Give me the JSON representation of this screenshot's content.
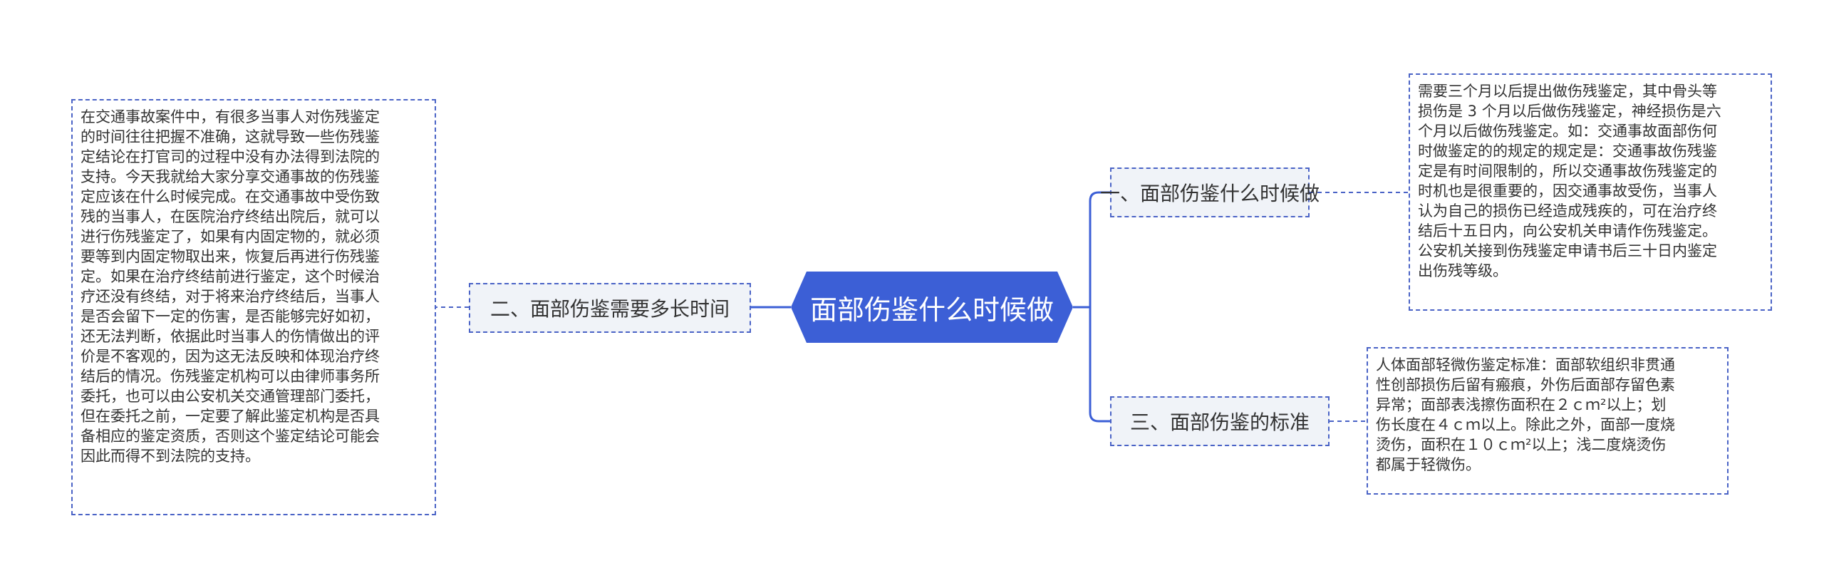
{
  "root": {
    "label": "面部伤鉴什么时候做"
  },
  "branches": [
    {
      "label": "一、面部伤鉴什么时候做",
      "text": "需要三个月以后提出做伤残鉴定，其中骨头等\n损伤是 3 个月以后做伤残鉴定，神经损伤是六\n个月以后做伤残鉴定。如：交通事故面部伤何\n时做鉴定的的规定的规定是：交通事故伤残鉴\n定是有时间限制的，所以交通事故伤残鉴定的\n时机也是很重要的，因交通事故受伤，当事人\n认为自己的损伤已经造成残疾的，可在治疗终\n结后十五日内，向公安机关申请作伤残鉴定。\n公安机关接到伤残鉴定申请书后三十日内鉴定\n出伤残等级。"
    },
    {
      "label": "二、面部伤鉴需要多长时间",
      "text": "在交通事故案件中，有很多当事人对伤残鉴定\n的时间往往把握不准确，这就导致一些伤残鉴\n定结论在打官司的过程中没有办法得到法院的\n支持。今天我就给大家分享交通事故的伤残鉴\n定应该在什么时候完成。在交通事故中受伤致\n残的当事人，在医院治疗终结出院后，就可以\n进行伤残鉴定了，如果有内固定物的，就必须\n要等到内固定物取出来，恢复后再进行伤残鉴\n定。如果在治疗终结前进行鉴定，这个时候治\n疗还没有终结，对于将来治疗终结后，当事人\n是否会留下一定的伤害，是否能够完好如初，\n还无法判断，依据此时当事人的伤情做出的评\n价是不客观的，因为这无法反映和体现治疗终\n结后的情况。伤残鉴定机构可以由律师事务所\n委托，也可以由公安机关交通管理部门委托，\n但在委托之前，一定要了解此鉴定机构是否具\n备相应的鉴定资质，否则这个鉴定结论可能会\n因此而得不到法院的支持。"
    },
    {
      "label": "三、面部伤鉴的标准",
      "text": "人体面部轻微伤鉴定标准：面部软组织非贯通\n性创部损伤后留有瘢痕，外伤后面部存留色素\n异常；面部表浅擦伤面积在２ｃｍ²以上；划\n伤长度在４ｃｍ以上。除此之外，面部一度烧\n烫伤，面积在１０ｃｍ²以上；浅二度烧烫伤\n都属于轻微伤。"
    }
  ],
  "colors": {
    "root_fill": "#3c5fd6",
    "connector": "#3c5fd6",
    "branch_fill": "#f0f3f8",
    "border": "#4a63c6",
    "text": "#333333"
  }
}
